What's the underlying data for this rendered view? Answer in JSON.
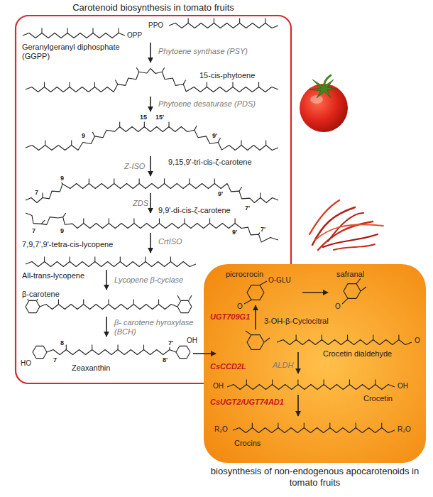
{
  "diagram": {
    "nodes": [
      {
        "text": [
          "Carotenoid biosynthesis in tomato fruits"
        ]
      },
      {
        "text": [
          "biosynthesis of non-endogenous apocarotenoids in tomato fruits"
        ]
      }
    ],
    "labels": [
      "Geranylgeranyl diphosphate (GGPP)",
      "OPP",
      "PPO",
      "Phytoene synthase (PSY)",
      "15-cis-phytoene",
      "Phytoene desaturase (PDS)",
      "15",
      "15'",
      "9",
      "9'",
      "9,15,9'-tri-cis-ζ-carotene",
      "Z-ISO",
      "7",
      "9",
      "9'",
      "7'",
      "9,9'-di-cis-ζ-carotene",
      "ZDS",
      "7",
      "9",
      "9'",
      "7'",
      "7,9,7',9'-tetra-cis-lycopene",
      "CrtISO",
      "All-trans-lycopene",
      "Lycopene β-cyclase",
      "β-carotene",
      "β- carotene hyroxylase (BCH)",
      "HO",
      "7",
      "8",
      "8'",
      "7'",
      "OH",
      "Zeaxanthin",
      "picrocrocin",
      "O-GLU",
      "safranal",
      "UGT709G1",
      "3-OH-β-Cyclocitral",
      "CsCCD2L",
      "ALDH",
      "Crocetin dialdehyde",
      "OH",
      "OH",
      "Crocetin",
      "CsUGT2/UGT74AD1",
      "R₂O",
      "R₂O",
      "Crocins",
      "O",
      "O",
      "O"
    ]
  }
}
